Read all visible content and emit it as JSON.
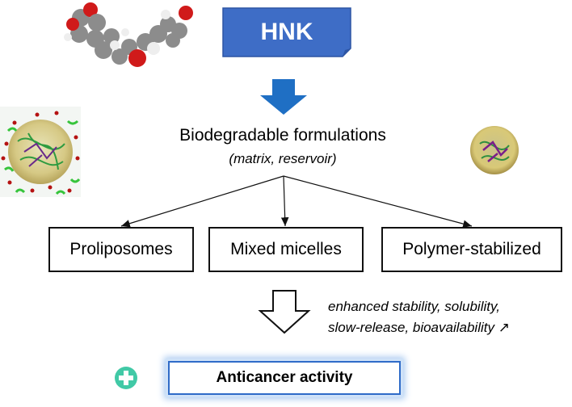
{
  "hnk": {
    "label": "HNK",
    "color": "#3e6dc6"
  },
  "formulations": {
    "title": "Biodegradable formulations",
    "subtitle": "(matrix, reservoir)",
    "boxes": [
      {
        "label": "Proliposomes"
      },
      {
        "label": "Mixed micelles"
      },
      {
        "label": "Polymer-stabilized"
      }
    ]
  },
  "benefits": {
    "line1": "enhanced stability, solubility,",
    "line2": "slow-release, bioavailability ↗"
  },
  "result": {
    "label": "Anticancer activity",
    "plus_color": "#41c9a6"
  },
  "colors": {
    "arrow_blue": "#1f6fc4",
    "glow_blue": "#a9c9f0"
  }
}
